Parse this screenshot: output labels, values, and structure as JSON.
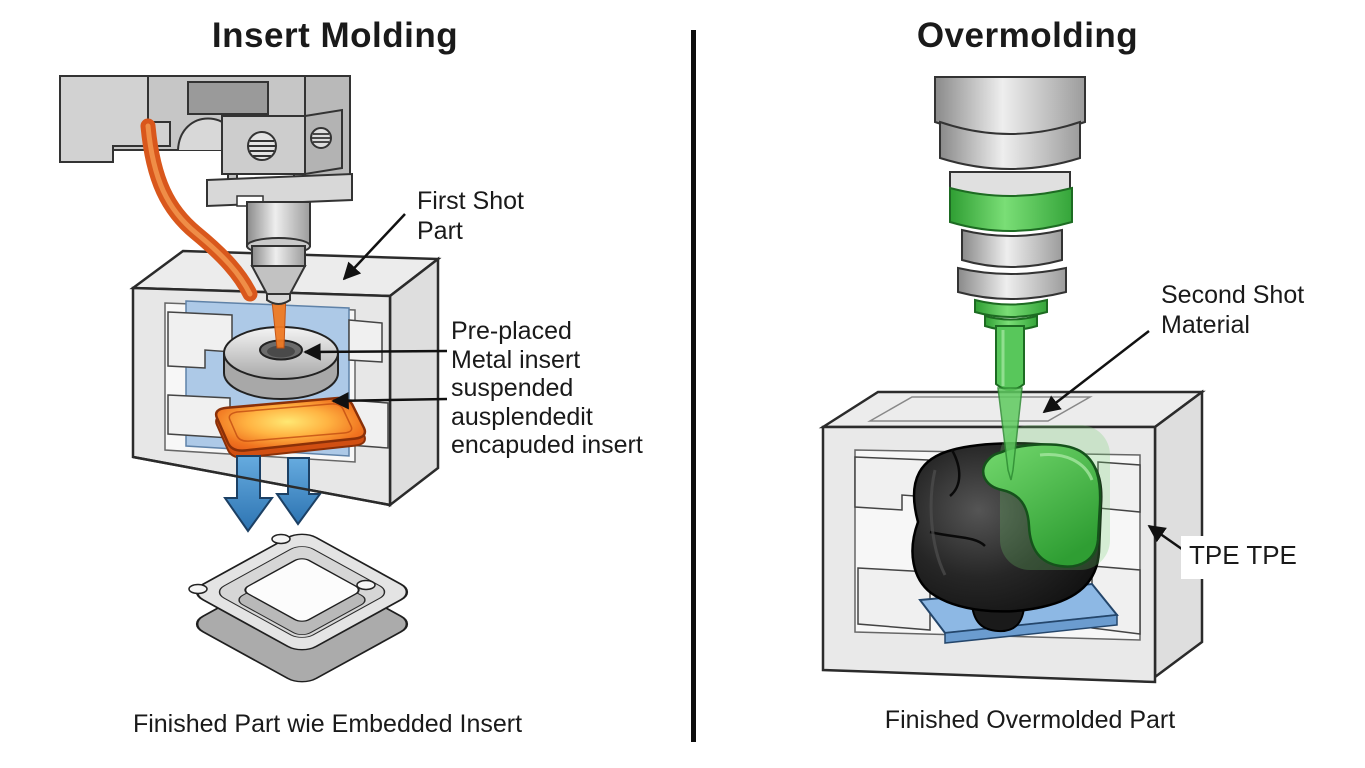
{
  "left_panel": {
    "title": "Insert Molding",
    "first_shot_label": {
      "line1": "First Shot",
      "line2": "Part"
    },
    "insert_label": {
      "lines": [
        "Pre-placed",
        "Metal insert",
        "suspended",
        "ausplendedit",
        "encapuded insert"
      ]
    },
    "caption": "Finished Part wie Embedded Insert"
  },
  "right_panel": {
    "title": "Overmolding",
    "second_shot_label": {
      "line1": "Second Shot",
      "line2": "Material"
    },
    "tpe_label": "TPE TPE",
    "caption": "Finished Overmolded Part"
  },
  "colors": {
    "text": "#1a1a1a",
    "divider": "#0d0d0d",
    "mold_gray": "#ececec",
    "cavity_blue": "#adc9e7",
    "molten_orange": "#ef6a1d",
    "glow_yellow": "#ffe873",
    "transfer_arrow_blue": "#3c8ccc",
    "material_green": "#4fc351",
    "substrate_black": "#1c1c1c",
    "base_plate_blue": "#8db8e4"
  }
}
